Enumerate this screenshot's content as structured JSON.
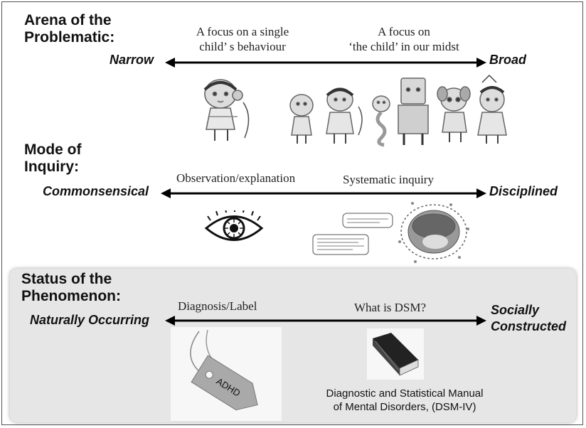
{
  "sections": [
    {
      "heading_lines": [
        "Arena of the",
        "Problematic:"
      ],
      "left_pole": "Narrow",
      "right_pole": "Broad",
      "left_caption_lines": [
        "A focus on a single",
        "child’ s behaviour"
      ],
      "right_caption_lines": [
        "A focus on",
        "‘the child’  in our midst"
      ],
      "images": [
        "single-child-sketch",
        "group-of-children-sketch"
      ]
    },
    {
      "heading_lines": [
        "Mode of",
        "Inquiry:"
      ],
      "left_pole": "Commonsensical",
      "right_pole": "Disciplined",
      "left_caption": "Observation/explanation",
      "right_caption": "Systematic inquiry",
      "images": [
        "eye-icon",
        "inquiry-cycle-diagram"
      ]
    },
    {
      "heading_lines": [
        "Status of the",
        "Phenomenon:"
      ],
      "left_pole": "Naturally Occurring",
      "right_pole_lines": [
        "Socially",
        "Constructed"
      ],
      "left_caption": "Diagnosis/Label",
      "right_caption": "What is DSM?",
      "tag_text": "ADHD",
      "book_caption_lines": [
        "Diagnostic and Statistical Manual",
        "of Mental Disorders, (DSM-IV)"
      ],
      "images": [
        "adhd-tag",
        "book-icon"
      ]
    }
  ],
  "colors": {
    "text": "#111111",
    "status_background": "#e6e6e6",
    "frame": "#555555"
  }
}
